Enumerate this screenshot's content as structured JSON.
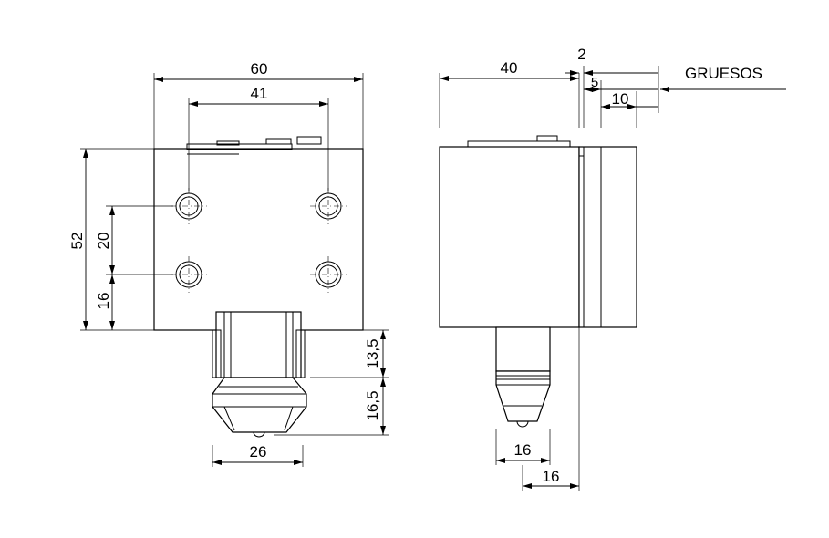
{
  "front_view": {
    "dim_width_60": "60",
    "dim_holes_41": "41",
    "dim_height_52": "52",
    "dim_holes_20": "20",
    "dim_bottom_16": "16",
    "dim_neck_13_5": "13,5",
    "dim_head_16_5": "16,5",
    "dim_base_26": "26"
  },
  "side_view": {
    "dim_depth_40": "40",
    "dim_2": "2",
    "dim_5": "5",
    "dim_10": "10",
    "thickness_label": "GRUESOS",
    "dim_nozzle_16": "16",
    "dim_offset_16": "16"
  }
}
